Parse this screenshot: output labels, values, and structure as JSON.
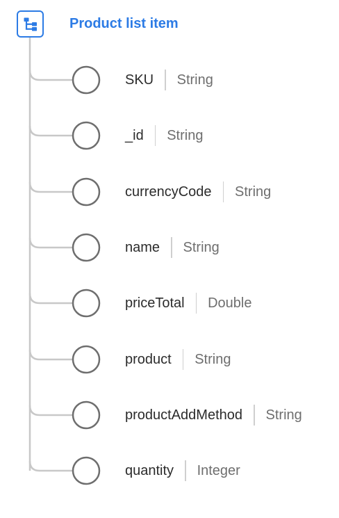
{
  "root": {
    "title": "Product list item",
    "icon": "schema-tree-icon",
    "accent_color": "#2c7be5"
  },
  "fields": [
    {
      "name": "SKU",
      "type": "String"
    },
    {
      "name": "_id",
      "type": "String"
    },
    {
      "name": "currencyCode",
      "type": "String"
    },
    {
      "name": "name",
      "type": "String"
    },
    {
      "name": "priceTotal",
      "type": "Double"
    },
    {
      "name": "product",
      "type": "String"
    },
    {
      "name": "productAddMethod",
      "type": "String"
    },
    {
      "name": "quantity",
      "type": "Integer"
    }
  ]
}
